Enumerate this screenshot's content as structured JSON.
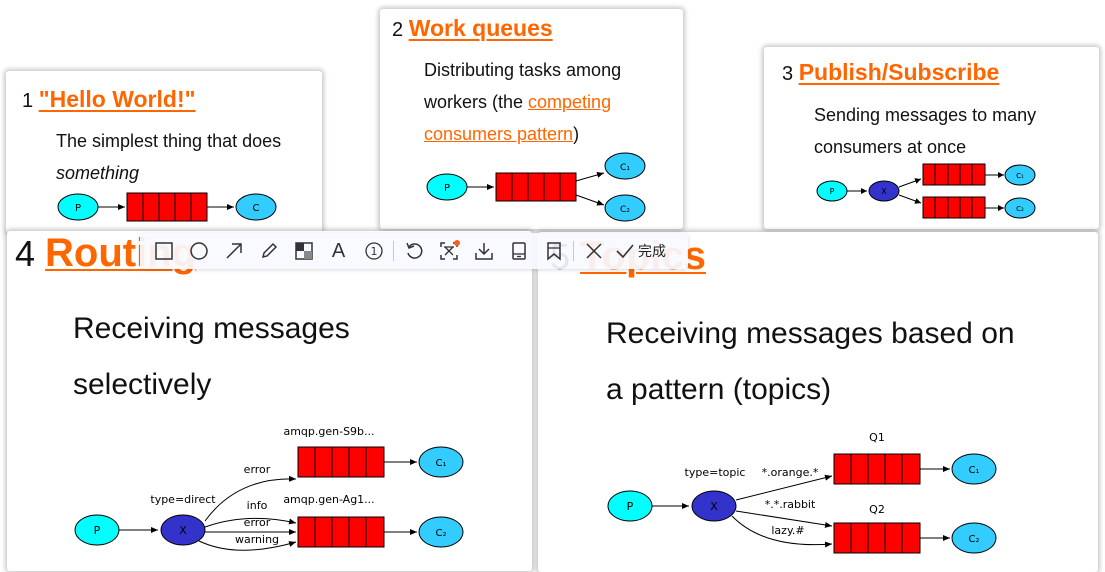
{
  "colors": {
    "accent": "#ff6600",
    "queue": "#ff0000",
    "producer": "#00ffff",
    "consumer": "#33ccff",
    "exchange": "#3333cc"
  },
  "cards": [
    {
      "num": "1",
      "title": "\"Hello World!\"",
      "desc_plain": "The simplest thing that does",
      "desc_italic": "something",
      "diagram": {
        "producer": "P",
        "consumer": "C"
      }
    },
    {
      "num": "2",
      "title": "Work queues",
      "desc_before": "Distributing tasks among workers (the ",
      "desc_link": "competing consumers pattern",
      "desc_after": ")",
      "diagram": {
        "producer": "P",
        "consumers": [
          "C₁",
          "C₂"
        ]
      }
    },
    {
      "num": "3",
      "title": "Publish/Subscribe",
      "desc": "Sending messages to many consumers at once",
      "diagram": {
        "producer": "P",
        "exchange": "X",
        "consumers": [
          "C₁",
          "C₂"
        ]
      }
    },
    {
      "num": "4",
      "title": "Routing",
      "desc": "Receiving messages selectively",
      "diagram": {
        "producer": "P",
        "exchange": "X",
        "exchange_type": "type=direct",
        "queues": [
          "amqp.gen-S9b...",
          "amqp.gen-Ag1..."
        ],
        "bindings_q1": [
          "error"
        ],
        "bindings_q2": [
          "info",
          "error",
          "warning"
        ],
        "consumers": [
          "C₁",
          "C₂"
        ]
      }
    },
    {
      "num": "5",
      "title": "Topics",
      "desc": "Receiving messages based on a pattern (topics)",
      "diagram": {
        "producer": "P",
        "exchange": "X",
        "exchange_type": "type=topic",
        "queues": [
          "Q1",
          "Q2"
        ],
        "bindings_q1": [
          "*.orange.*"
        ],
        "bindings_q2": [
          "*.*.rabbit",
          "lazy.#"
        ],
        "consumers": [
          "C₁",
          "C₂"
        ]
      }
    }
  ],
  "toolbar": {
    "tools": [
      {
        "name": "rectangle-tool",
        "icon": "square-icon"
      },
      {
        "name": "ellipse-tool",
        "icon": "circle-icon"
      },
      {
        "name": "arrow-tool",
        "icon": "arrow-icon"
      },
      {
        "name": "pencil-tool",
        "icon": "pencil-icon"
      },
      {
        "name": "mosaic-tool",
        "icon": "mosaic-icon"
      },
      {
        "name": "text-tool",
        "icon": "text-icon"
      },
      {
        "name": "number-tool",
        "icon": "numbered-circle-icon",
        "glyph": "1"
      },
      {
        "name": "undo-button",
        "icon": "undo-icon"
      },
      {
        "name": "ocr-button",
        "icon": "text-recognition-icon"
      },
      {
        "name": "download-button",
        "icon": "download-icon"
      },
      {
        "name": "long-screenshot-button",
        "icon": "phone-icon"
      },
      {
        "name": "pin-button",
        "icon": "bookmark-icon"
      },
      {
        "name": "close-button",
        "icon": "close-icon"
      }
    ],
    "text_glyph": "A",
    "done_label": "完成"
  }
}
